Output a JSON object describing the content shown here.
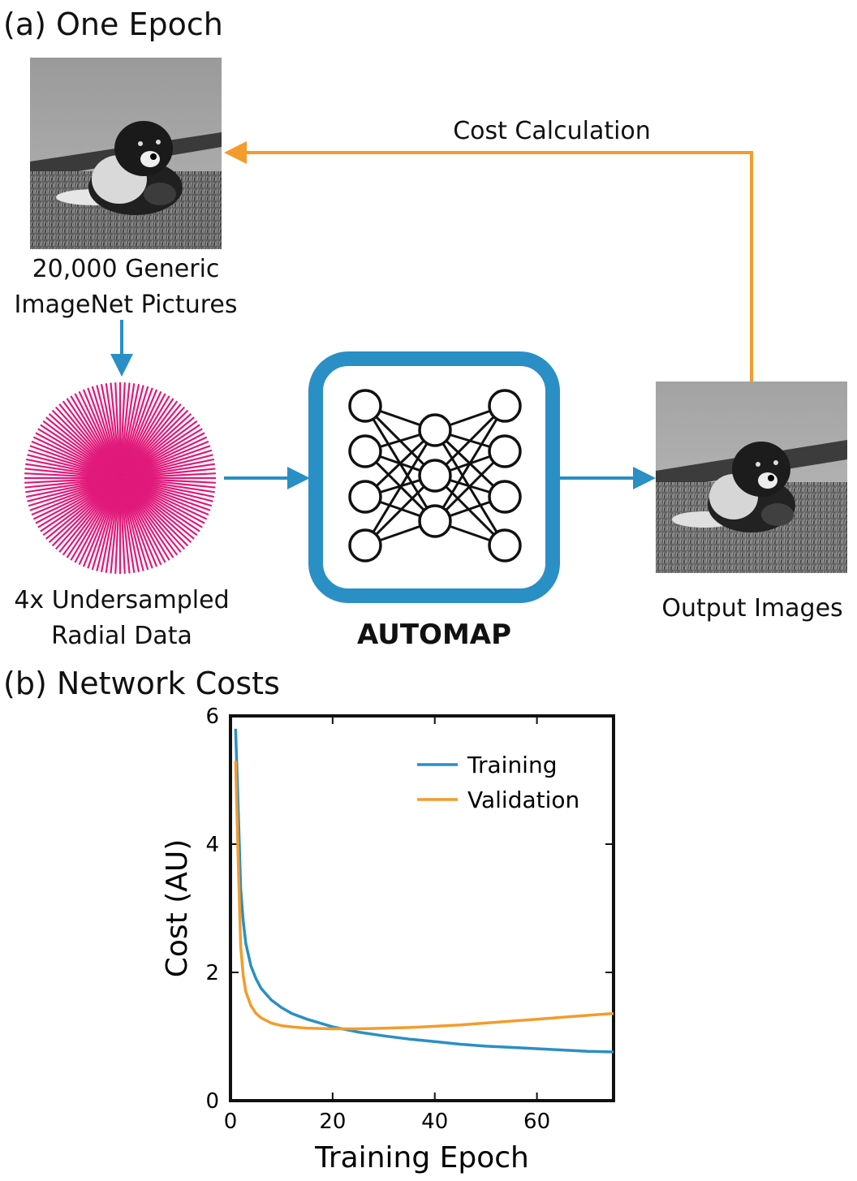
{
  "panel_a": {
    "title": "(a) One Epoch",
    "input_caption_line1": "20,000 Generic",
    "input_caption_line2": "ImageNet Pictures",
    "radial_caption_line1": "4x Undersampled",
    "radial_caption_line2": "Radial Data",
    "network_label": "AUTOMAP",
    "output_caption": "Output Images",
    "feedback_label": "Cost Calculation",
    "colors": {
      "flow_arrow": "#2a8fc4",
      "feedback_arrow": "#f39c2b",
      "radial": "#e0197a",
      "network_box": "#2a8fc4"
    },
    "icons": [
      "photo-thumbnail-dog",
      "radial-sampling-pattern",
      "neural-network-icon",
      "photo-thumbnail-dog"
    ]
  },
  "panel_b": {
    "title": "(b) Network Costs"
  },
  "chart_data": {
    "type": "line",
    "title": "",
    "xlabel": "Training Epoch",
    "ylabel": "Cost (AU)",
    "xlim": [
      0,
      75
    ],
    "ylim": [
      0,
      6
    ],
    "xticks": [
      0,
      20,
      40,
      60
    ],
    "yticks": [
      0,
      2,
      4,
      6
    ],
    "legend_position": "top-right",
    "grid": false,
    "series": [
      {
        "name": "Training",
        "color": "#2a8fc4",
        "x": [
          1,
          1.5,
          2,
          2.5,
          3,
          4,
          5,
          6,
          8,
          10,
          12,
          15,
          20,
          25,
          30,
          35,
          40,
          45,
          50,
          55,
          60,
          65,
          70,
          75
        ],
        "y": [
          5.8,
          4.6,
          3.3,
          2.8,
          2.45,
          2.1,
          1.9,
          1.75,
          1.57,
          1.45,
          1.36,
          1.27,
          1.15,
          1.07,
          1.01,
          0.96,
          0.92,
          0.88,
          0.85,
          0.83,
          0.81,
          0.79,
          0.77,
          0.76
        ]
      },
      {
        "name": "Validation",
        "color": "#f39c2b",
        "x": [
          1,
          1.5,
          2,
          2.5,
          3,
          4,
          5,
          6,
          8,
          10,
          12,
          15,
          20,
          25,
          30,
          35,
          40,
          45,
          50,
          55,
          60,
          65,
          70,
          75
        ],
        "y": [
          5.3,
          3.8,
          2.4,
          1.95,
          1.7,
          1.48,
          1.36,
          1.29,
          1.21,
          1.17,
          1.15,
          1.13,
          1.12,
          1.12,
          1.13,
          1.14,
          1.16,
          1.18,
          1.21,
          1.24,
          1.27,
          1.3,
          1.33,
          1.36
        ]
      }
    ]
  }
}
